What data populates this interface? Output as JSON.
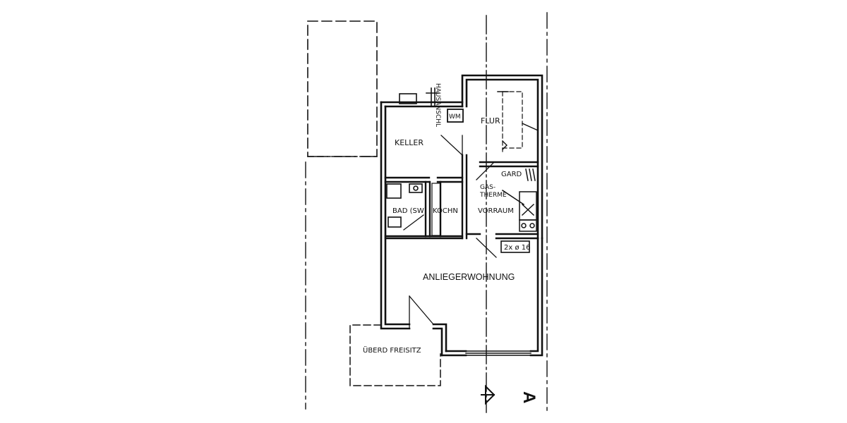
{
  "rooms": {
    "keller": "KELLER",
    "flur": "FLUR",
    "wm": "WM",
    "gard": "GARD",
    "gastherme_line1": "GAS-",
    "gastherme_line2": "THERME",
    "bad": "BAD (SW)",
    "kochn": "KOCHN",
    "vorraum": "VORRAUM",
    "anliegerwohnung": "ANLIEGERWOHNUNG",
    "freisitz": "ÜBERD FREISITZ"
  },
  "annotations": {
    "hausanschl": "HAUSANSCHL",
    "duct": "2x ø 16",
    "section_marker": "A"
  }
}
